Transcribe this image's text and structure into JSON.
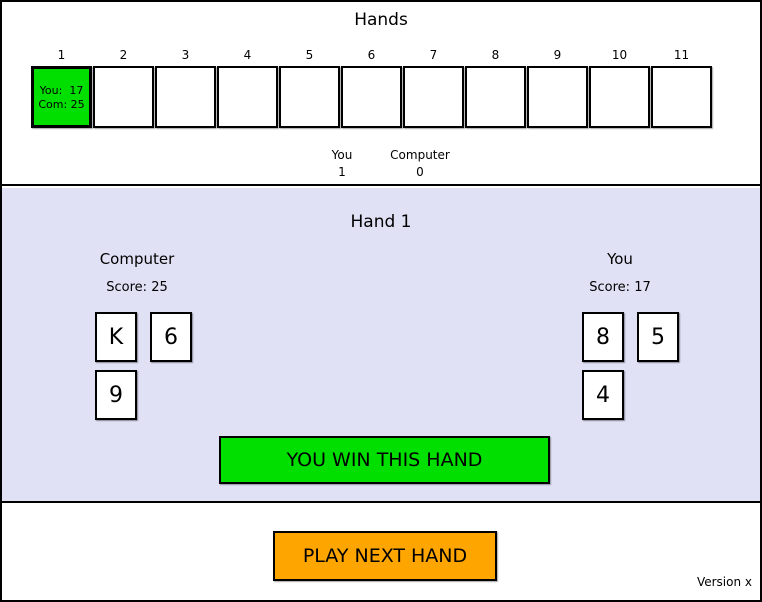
{
  "colors": {
    "highlight_green": "#00DF00",
    "button_orange": "#FFA500",
    "panel_lavender": "#E1E1F5",
    "border_black": "#000000"
  },
  "top_panel": {
    "title": "Hands",
    "slot_numbers": [
      "1",
      "2",
      "3",
      "4",
      "5",
      "6",
      "7",
      "8",
      "9",
      "10",
      "11"
    ],
    "active_slot": {
      "line1": "You:  17",
      "line2": "Com: 25"
    },
    "totals": {
      "you_label": "You",
      "you_value": "1",
      "computer_label": "Computer",
      "computer_value": "0"
    }
  },
  "hand_panel": {
    "title": "Hand 1",
    "computer": {
      "label": "Computer",
      "score": "Score: 25",
      "cards": [
        "K",
        "6",
        "9"
      ]
    },
    "you": {
      "label": "You",
      "score": "Score: 17",
      "cards": [
        "8",
        "5",
        "4"
      ]
    },
    "result_banner": "YOU WIN THIS HAND"
  },
  "bottom_panel": {
    "play_button": "PLAY NEXT HAND",
    "version": "Version x"
  }
}
